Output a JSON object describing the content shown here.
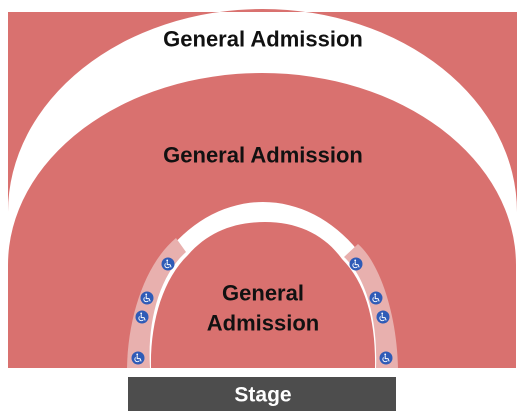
{
  "colors": {
    "section_fill": "#D9716F",
    "aisle_fill": "#E8B0AE",
    "stage_fill": "#4D4D4D",
    "stage_text": "#FFFFFF",
    "label_text": "#111111",
    "wheelchair_fill": "#2F5BB7",
    "wheelchair_symbol": "#FFFFFF"
  },
  "sections": {
    "outer": {
      "label": "General Admission"
    },
    "middle": {
      "label": "General Admission"
    },
    "inner": {
      "label_line1": "General",
      "label_line2": "Admission"
    }
  },
  "stage": {
    "label": "Stage"
  },
  "accessibility": {
    "icon": "wheelchair-icon",
    "left_aisle_count": 4,
    "right_aisle_count": 4
  }
}
